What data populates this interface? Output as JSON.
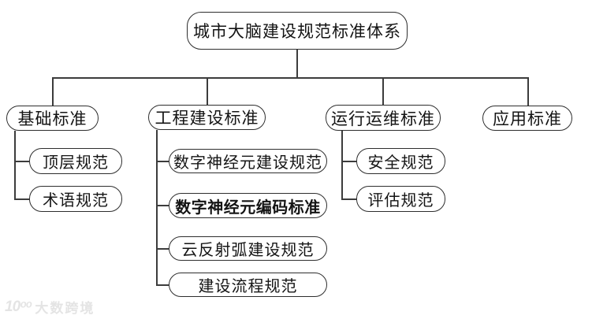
{
  "tree": {
    "root": {
      "label": "城市大脑建设规范标准体系"
    },
    "branches": [
      {
        "label": "基础标准",
        "children": [
          {
            "label": "顶层规范"
          },
          {
            "label": "术语规范"
          }
        ]
      },
      {
        "label": "工程建设标准",
        "children": [
          {
            "label": "数字神经元建设规范"
          },
          {
            "label": "数字神经元编码标准",
            "emphasis": "bold"
          },
          {
            "label": "云反射弧建设规范"
          },
          {
            "label": "建设流程规范"
          }
        ]
      },
      {
        "label": "运行运维标准",
        "children": [
          {
            "label": "安全规范"
          },
          {
            "label": "评估规范"
          }
        ]
      },
      {
        "label": "应用标准",
        "children": []
      }
    ]
  },
  "watermark": {
    "logo": "10ᵒᵒ",
    "text": "大数跨境"
  },
  "colors": {
    "background": "#ffffff",
    "box_border": "#2e2e2e",
    "line": "#3c3c3c",
    "text": "#141414",
    "watermark": "#e4e4e4"
  }
}
